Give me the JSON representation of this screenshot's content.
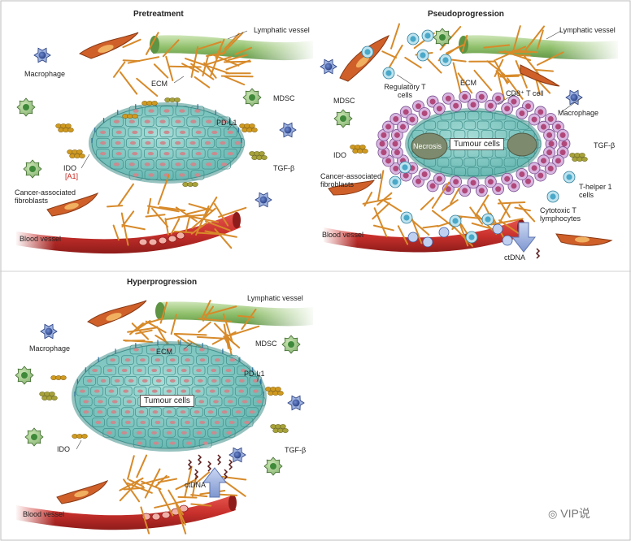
{
  "colors": {
    "tumour_fill": "#7dc9c3",
    "tumour_edge": "#3f8f8b",
    "nucleus": "#c98b8f",
    "blood": "#c9302c",
    "lymph": "#8fbf6a",
    "ecm": "#d78a2a",
    "macrophage": "#2f4fa0",
    "mdsc": "#3f8a3a",
    "ido": "#d09a20",
    "tgf": "#a7a23a",
    "tcell": "#d8b7e0",
    "tcell_nucleus": "#b0487a",
    "treg": "#4aa8c8",
    "arrow": "#8fa6d6"
  },
  "panels": {
    "pretreatment": {
      "title": "Pretreatment",
      "lymphatic": "Lymphatic vessel",
      "macrophage": "Macrophage",
      "ecm": "ECM",
      "mdsc": "MDSC",
      "pdl1": "PD-L1",
      "ido": "IDO",
      "ref": "[A1]",
      "tgf": "TGF-β",
      "caf": "Cancer-associated fibroblasts",
      "blood": "Blood vessel"
    },
    "pseudoprogression": {
      "title": "Pseudoprogression",
      "lymphatic": "Lymphatic vessel",
      "treg": "Regulatory T cells",
      "ecm": "ECM",
      "cd8": "CD8⁺ T cell",
      "mdsc": "MDSC",
      "macrophage": "Macrophage",
      "ido": "IDO",
      "necrosis": "Necrosis",
      "tumour": "Tumour cells",
      "tgf": "TGF-β",
      "caf": "Cancer-associated fibroblasts",
      "th1": "T-helper 1 cells",
      "ctl": "Cytotoxic T lymphocytes",
      "blood": "Blood vessel",
      "ctdna": "ctDNA"
    },
    "hyperprogression": {
      "title": "Hyperprogression",
      "lymphatic": "Lymphatic vessel",
      "macrophage": "Macrophage",
      "ecm": "ECM",
      "mdsc": "MDSC",
      "pdl1": "PD-L1",
      "tumour": "Tumour cells",
      "ido": "IDO",
      "tgf": "TGF-β",
      "ctdna": "ctDNA",
      "blood": "Blood vessel"
    }
  },
  "watermark": "VIP说"
}
